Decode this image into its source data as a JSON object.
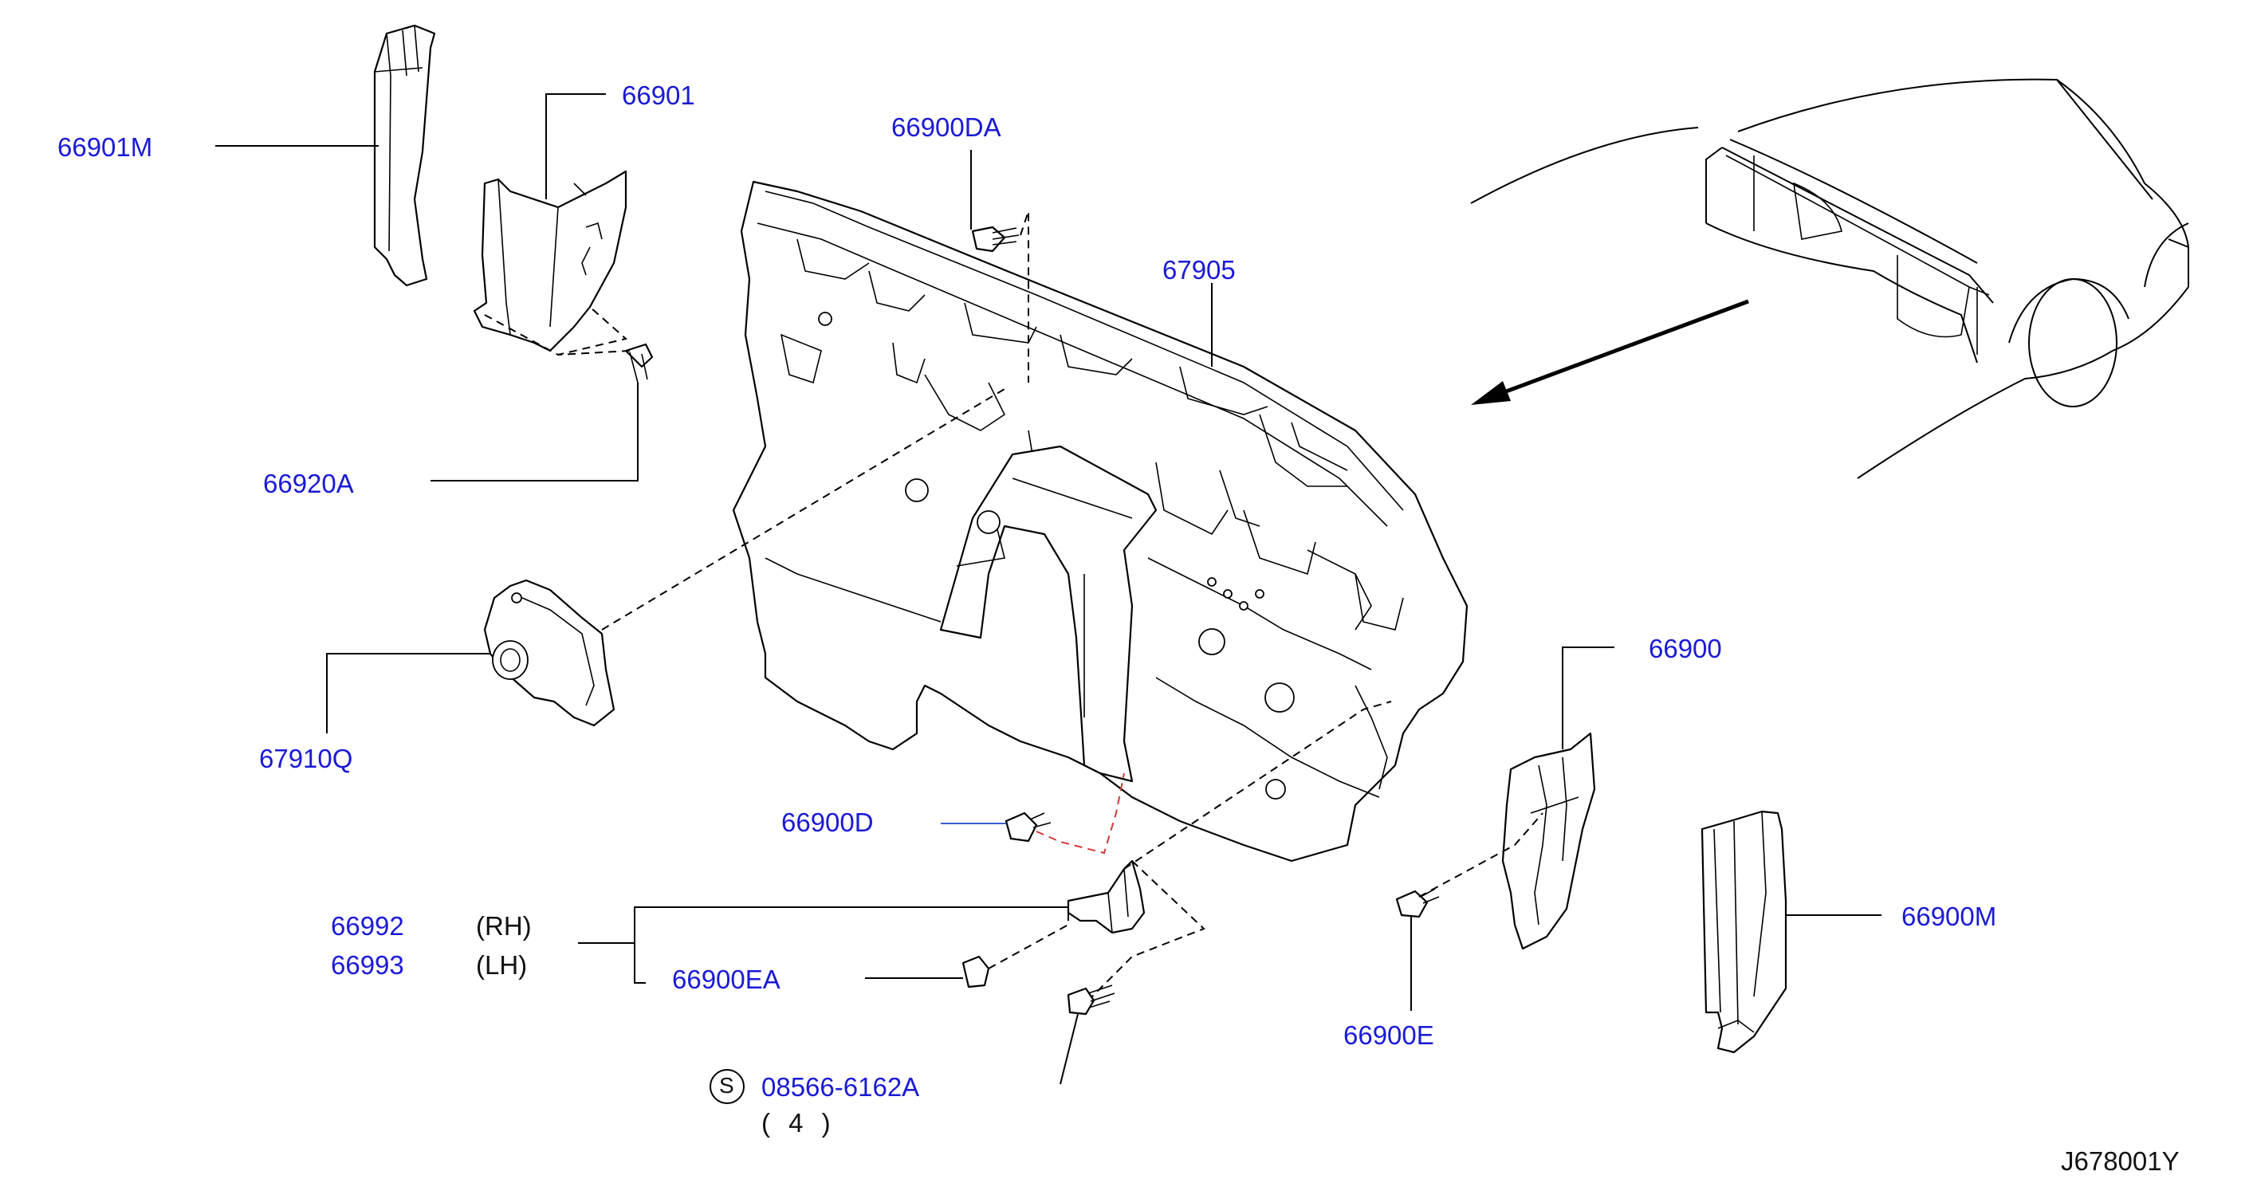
{
  "labels": {
    "p66901M": "66901M",
    "p66901": "66901",
    "p66900DA": "66900DA",
    "p67905": "67905",
    "p66920A": "66920A",
    "p67910Q": "67910Q",
    "p66900": "66900",
    "p66900D": "66900D",
    "p66992": "66992",
    "rh": "(RH)",
    "p66993": "66993",
    "lh": "(LH)",
    "p66900EA": "66900EA",
    "p66900E": "66900E",
    "p66900M": "66900M",
    "s_symbol": "S",
    "p08566": "08566-6162A",
    "qty": "( 4 )",
    "diagram_code": "J678001Y"
  },
  "colors": {
    "part_number": "#1a1ad6",
    "lines": "#000000",
    "highlight_leader": "#d03a3a"
  }
}
